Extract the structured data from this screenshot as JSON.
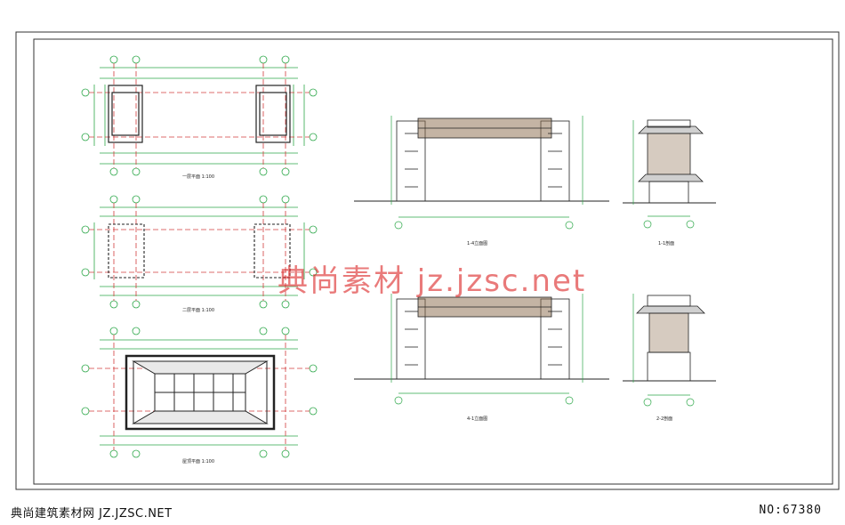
{
  "footer": {
    "left_text": "典尚建筑素材网 JZ.JZSC.NET",
    "right_text": "NO:67380"
  },
  "watermark_text": "典尚素材 jz.jzsc.net",
  "colors": {
    "dim_green": "#2ea84a",
    "axis_red": "#d23c3c",
    "line_black": "#222222",
    "wood_brown": "#8a6a4a",
    "watermark": "#dc2828"
  }
}
